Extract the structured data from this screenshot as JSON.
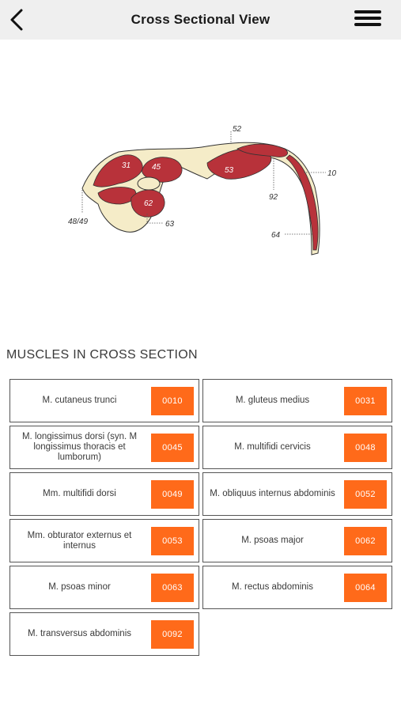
{
  "header": {
    "title": "Cross Sectional View",
    "back_icon": "chevron-left-icon",
    "menu_icon": "hamburger-menu-icon"
  },
  "diagram": {
    "labels": {
      "l31": "31",
      "l45": "45",
      "l53": "53",
      "l62": "62",
      "l52": "52",
      "l10": "10",
      "l92": "92",
      "l64": "64",
      "l63": "63",
      "l4849": "48/49"
    },
    "colors": {
      "muscle": "#b8323a",
      "tissue": "#f5ecc8",
      "outline": "#333333"
    }
  },
  "section": {
    "heading": "MUSCLES IN CROSS SECTION"
  },
  "muscles": [
    {
      "name": "M. cutaneus trunci",
      "code": "0010"
    },
    {
      "name": "M. gluteus medius",
      "code": "0031"
    },
    {
      "name": "M. longissimus dorsi (syn. M longissimus thoracis et lumborum)",
      "code": "0045"
    },
    {
      "name": "M. multifidi cervicis",
      "code": "0048"
    },
    {
      "name": "Mm. multifidi dorsi",
      "code": "0049"
    },
    {
      "name": "M. obliquus internus abdominis",
      "code": "0052"
    },
    {
      "name": "Mm. obturator externus et internus",
      "code": "0053"
    },
    {
      "name": "M. psoas major",
      "code": "0062"
    },
    {
      "name": "M. psoas minor",
      "code": "0063"
    },
    {
      "name": "M. rectus abdominis",
      "code": "0064"
    },
    {
      "name": "M. transversus abdominis",
      "code": "0092"
    }
  ],
  "accent_color": "#ff6a1a"
}
